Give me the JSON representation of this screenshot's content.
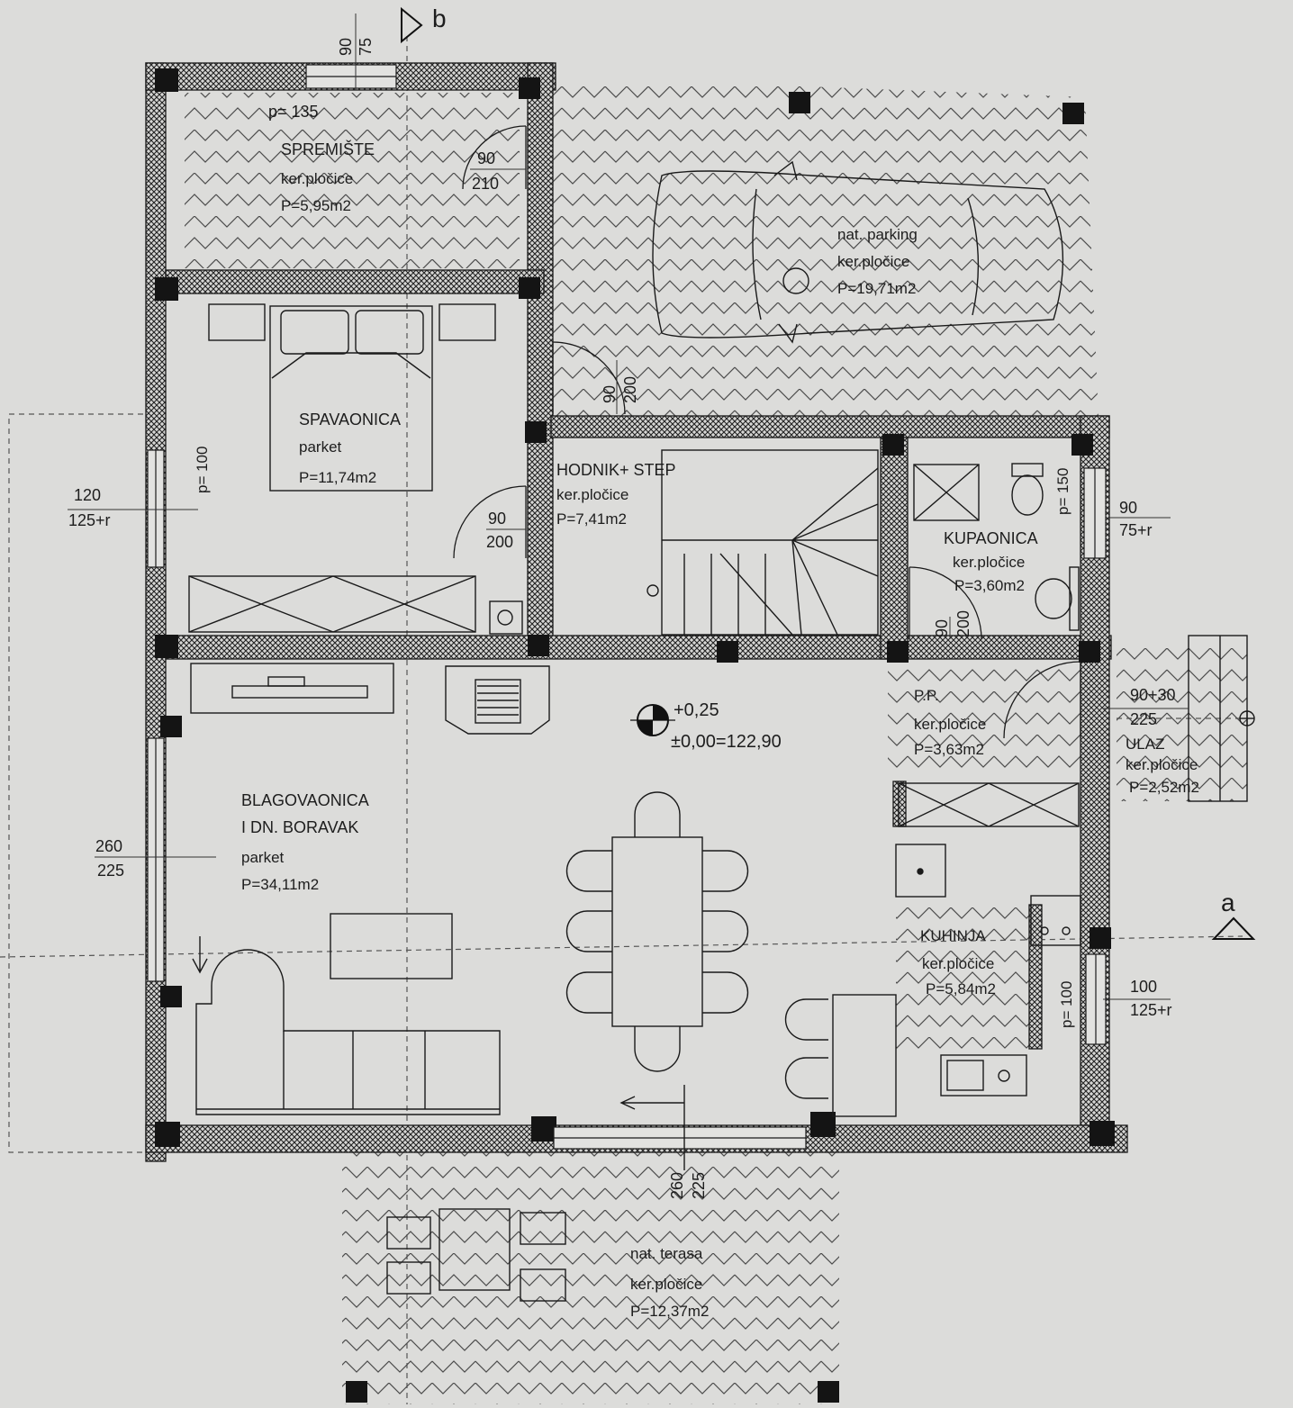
{
  "sections": {
    "a": "a",
    "b": "b"
  },
  "levels": {
    "top": "+0,25",
    "base": "±0,00=122,90"
  },
  "rooms": {
    "storage": {
      "name": "SPREMIŠTE",
      "floor": "ker.pločice",
      "area": "P=5,95m2",
      "parapet": "p= 135"
    },
    "parking": {
      "name": "nat. parking",
      "floor": "ker.pločice",
      "area": "P=19,71m2"
    },
    "bedroom": {
      "name": "SPAVAONICA",
      "floor": "parket",
      "area": "P=11,74m2",
      "parapet": "p= 100"
    },
    "hallway": {
      "name": "HODNIK+ STEP",
      "floor": "ker.pločice",
      "area": "P=7,41m2"
    },
    "bathroom": {
      "name": "KUPAONICA",
      "floor": "ker.pločice",
      "area": "P=3,60m2",
      "parapet": "p= 150"
    },
    "anteroom": {
      "name": "P.P.",
      "floor": "ker.pločice",
      "area": "P=3,63m2"
    },
    "entrance": {
      "name": "ULAZ",
      "floor": "ker.pločice",
      "area": "P=2,52m2"
    },
    "dining": {
      "name_line1": "BLAGOVAONICA",
      "name_line2": "I DN. BORAVAK",
      "floor": "parket",
      "area": "P=34,11m2"
    },
    "kitchen": {
      "name": "KUHINJA",
      "floor": "ker.pločice",
      "area": "P=5,84m2",
      "parapet": "p= 100"
    },
    "terrace": {
      "name": "nat. terasa",
      "floor": "ker.pločice",
      "area": "P=12,37m2"
    }
  },
  "openings": {
    "top_window": {
      "w": "90",
      "h": "75"
    },
    "storage_door": {
      "w": "90",
      "h": "210"
    },
    "parking_door": {
      "w": "90",
      "h": "200"
    },
    "bedroom_door": {
      "w": "90",
      "h": "200"
    },
    "bathroom_door": {
      "w": "90",
      "h": "200"
    },
    "bedroom_window": {
      "w": "120",
      "h": "125+r"
    },
    "living_window": {
      "w": "260",
      "h": "225"
    },
    "bath_window": {
      "w": "90",
      "h": "75+r"
    },
    "entry_door": {
      "w": "90+30",
      "h": "225"
    },
    "kitchen_window": {
      "w": "100",
      "h": "125+r"
    },
    "terrace_door": {
      "w": "260",
      "h": "225"
    }
  }
}
